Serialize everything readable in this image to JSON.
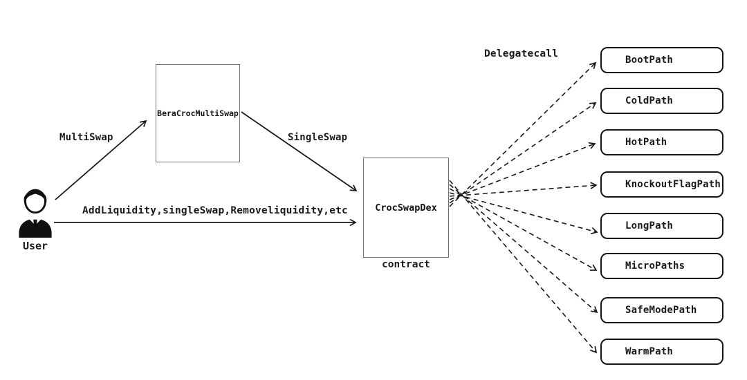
{
  "diagram": {
    "background": "#ffffff",
    "ink_color": "#1a1a1a",
    "box_border_color": "#6f6f6f",
    "user": {
      "label": "User",
      "icon": "businessman-icon"
    },
    "boxes": {
      "multiswap": {
        "label": "BeraCrocMultiSwap"
      },
      "dex": {
        "label": "CrocSwapDex",
        "caption": "contract"
      }
    },
    "arrow_labels": {
      "multiswap": "MultiSwap",
      "singleswap": "SingleSwap",
      "direct_call": "AddLiquidity,singleSwap,Removeliquidity,etc",
      "delegatecall": "Delegatecall"
    },
    "paths": [
      {
        "label": "BootPath"
      },
      {
        "label": "ColdPath"
      },
      {
        "label": "HotPath"
      },
      {
        "label": "KnockoutFlagPath"
      },
      {
        "label": "LongPath"
      },
      {
        "label": "MicroPaths"
      },
      {
        "label": "SafeModePath"
      },
      {
        "label": "WarmPath"
      }
    ]
  }
}
